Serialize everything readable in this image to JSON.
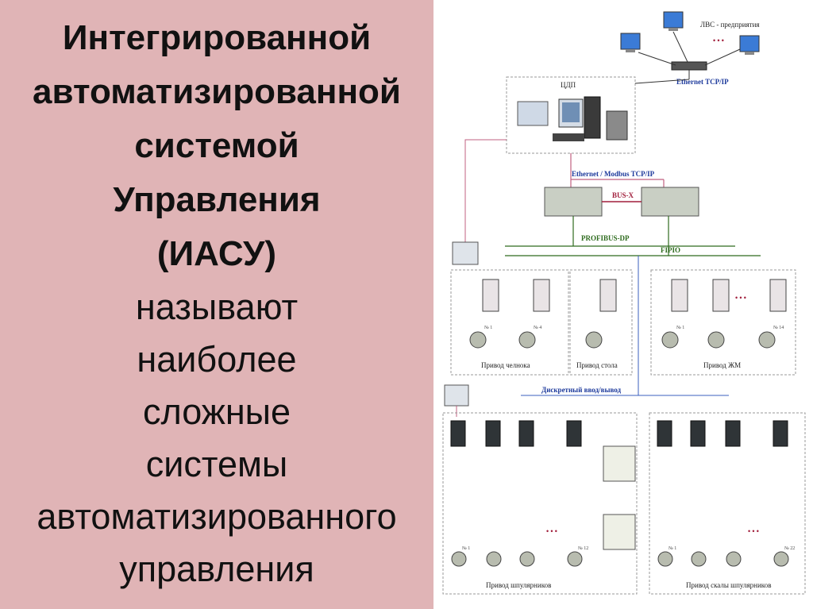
{
  "slide": {
    "heading_bold": [
      "Интегрированной",
      "автоматизированной",
      "системой",
      "Управления",
      "(ИАСУ)"
    ],
    "heading_normal": [
      "называют",
      "наиболее",
      "сложные",
      "системы",
      "автоматизированного",
      "управления"
    ]
  },
  "diagram": {
    "lan_label": "ЛВС - предприятия",
    "ethernet_top": "Ethernet TCP/IP",
    "cdp_label": "ЦДП",
    "ethernet_modbus": "Ethernet / Modbus TCP/IP",
    "bus_x": "BUS-X",
    "profibus": "PROFIBUS-DP",
    "fipio": "FIPIO",
    "drive_shuttle": "Привод челнока",
    "drive_table": "Привод стола",
    "drive_zhm": "Привод ЖМ",
    "discrete_io": "Дискретный ввод/вывод",
    "drive_spindles": "Привод шпулярников",
    "drive_spindle_racks": "Привод скалы шпулярников",
    "dots": "• • •",
    "motor_n1": "№ 1",
    "motor_n4": "№ 4",
    "motor_n12": "№ 12",
    "motor_n14": "№ 14",
    "motor_n22": "№ 22"
  }
}
